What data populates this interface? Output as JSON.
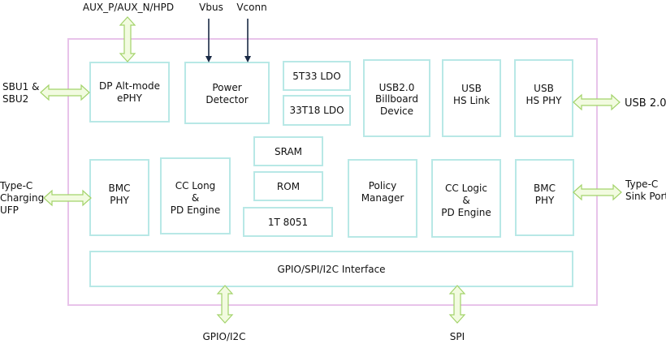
{
  "signals": {
    "aux": "AUX_P/AUX_N/HPD",
    "vbus": "Vbus",
    "vconn": "Vconn",
    "sbu": [
      "SBU1 &",
      "SBU2"
    ],
    "usb20": "USB 2.0",
    "typec_charging": [
      "Type-C",
      "Charging",
      "UFP"
    ],
    "typec_sink": [
      "Type-C",
      "Sink Port"
    ],
    "gpio_i2c": "GPIO/I2C",
    "spi": "SPI"
  },
  "blocks": {
    "dp_alt": [
      "DP Alt-mode",
      "ePHY"
    ],
    "power_detector": [
      "Power",
      "Detector"
    ],
    "ldo_5t33": "5T33 LDO",
    "ldo_33t18": "33T18 LDO",
    "billboard": [
      "USB2.0",
      "Billboard",
      "Device"
    ],
    "hs_link": [
      "USB",
      "HS Link"
    ],
    "hs_phy": [
      "USB",
      "HS PHY"
    ],
    "bmc_left": [
      "BMC",
      "PHY"
    ],
    "cc_long": [
      "CC Long",
      "&",
      "PD Engine"
    ],
    "sram": "SRAM",
    "rom": "ROM",
    "mcu": "1T 8051",
    "policy": [
      "Policy",
      "Manager"
    ],
    "cc_logic": [
      "CC Logic",
      "&",
      "PD Engine"
    ],
    "bmc_right": [
      "BMC",
      "PHY"
    ],
    "gpio_iface": "GPIO/SPI/I2C Interface"
  },
  "colors": {
    "block_border": "#b8e8e6",
    "chip_border": "#e8c3ea",
    "double_arrow_fill": "#f2fbe0",
    "double_arrow_stroke": "#a3d36a",
    "arrow": "#1a2a45"
  }
}
